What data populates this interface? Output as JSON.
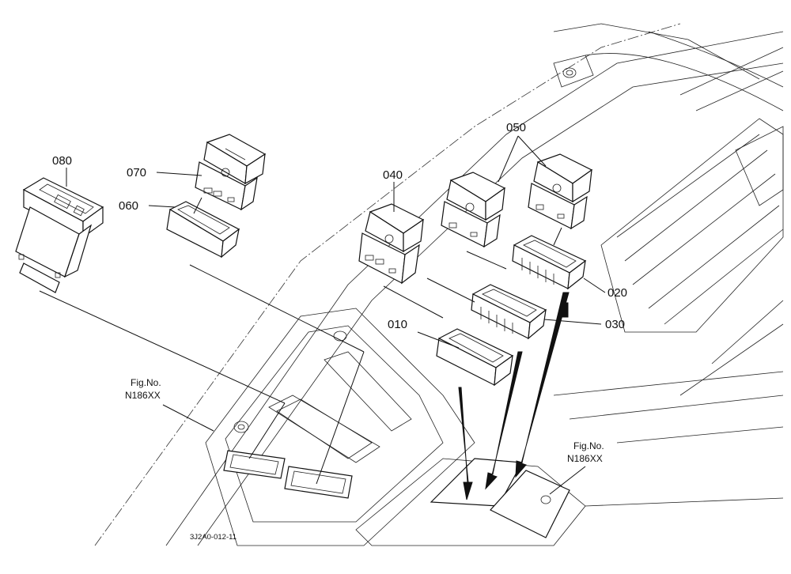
{
  "part_labels": {
    "p010": "010",
    "p020": "020",
    "p030": "030",
    "p040": "040",
    "p050": "050",
    "p060": "060",
    "p070": "070",
    "p080": "080"
  },
  "figure_refs": {
    "left_line1": "Fig.No.",
    "left_line2": "N186XX",
    "right_line1": "Fig.No.",
    "right_line2": "N186XX"
  },
  "drawing_code": "3J2A0-012-11"
}
